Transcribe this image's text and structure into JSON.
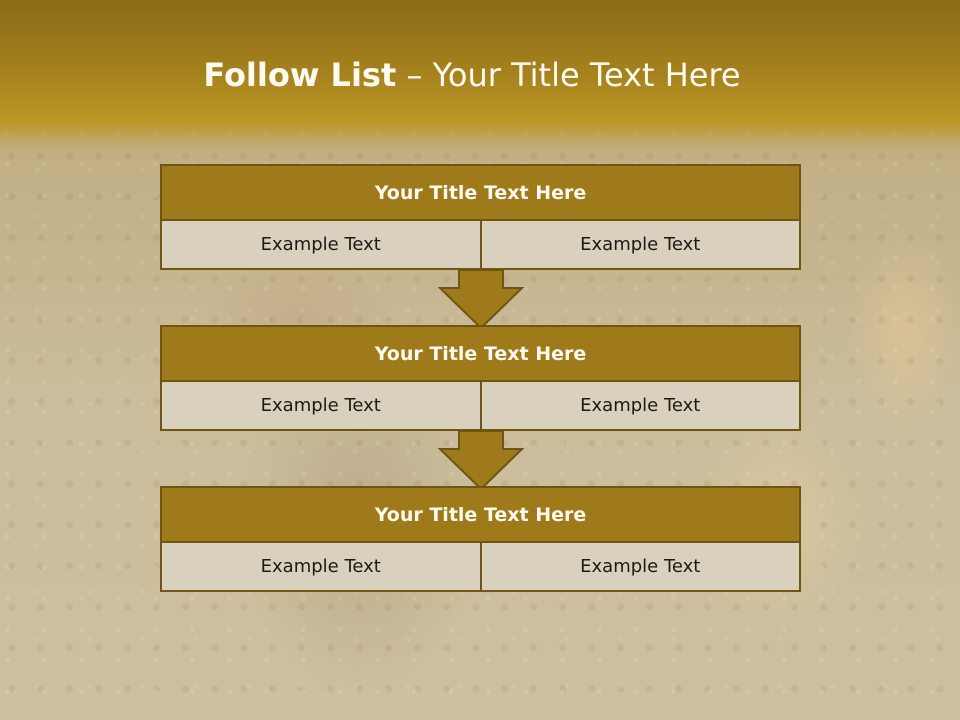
{
  "slide": {
    "title_bold": "Follow List",
    "title_rest": "– Your Title Text Here"
  },
  "blocks": [
    {
      "title": "Your Title Text Here",
      "cells": [
        "Example Text",
        "Example Text"
      ]
    },
    {
      "title": "Your Title Text Here",
      "cells": [
        "Example Text",
        "Example Text"
      ]
    },
    {
      "title": "Your Title Text Here",
      "cells": [
        "Example Text",
        "Example Text"
      ]
    }
  ],
  "colors": {
    "banner": "#a3801d",
    "header_fill": "#9e7a1a",
    "cell_fill": "#d9d0bd",
    "border": "#6e5511"
  }
}
